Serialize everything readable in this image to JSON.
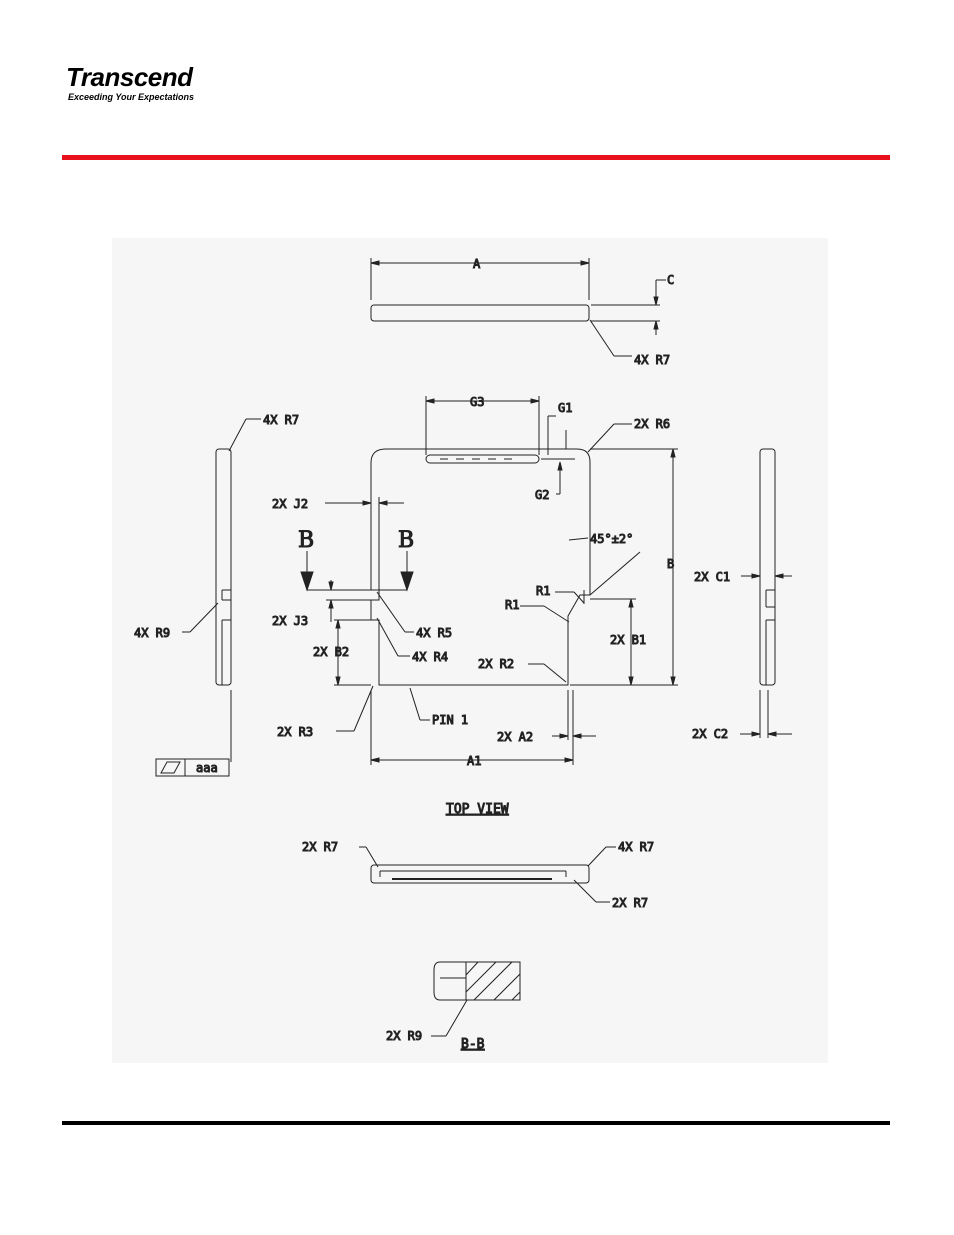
{
  "brand": {
    "name": "Transcend",
    "tagline": "Exceeding Your Expectations"
  },
  "colors": {
    "top_rule": "#e8101a",
    "bottom_rule": "#000000",
    "line": "#222222"
  },
  "labels": {
    "A": "A",
    "C": "C",
    "r7_top": "4X R7",
    "G3": "G3",
    "G1": "G1",
    "G2": "G2",
    "R6": "2X R6",
    "r7_left": "4X R7",
    "J2": "2X J2",
    "B_left": "B",
    "B_right": "B",
    "J3": "2X J3",
    "R5": "4X R5",
    "R4": "4X R4",
    "B2": "2X B2",
    "R9_left": "4X R9",
    "angle": "45°±2°",
    "B": "B",
    "R1a": "R1",
    "R1b": "R1",
    "B1": "2X B1",
    "R2": "2X R2",
    "R3": "2X R3",
    "pin1": "PIN 1",
    "A2": "2X A2",
    "A1": "A1",
    "C1": "2X C1",
    "C2": "2X C2",
    "flatness": "aaa",
    "top_view": "TOP VIEW",
    "r7_bl": "2X R7",
    "r7_br_top": "4X R7",
    "r7_br_bot": "2X R7",
    "R9_sec": "2X R9",
    "section": "B-B"
  }
}
